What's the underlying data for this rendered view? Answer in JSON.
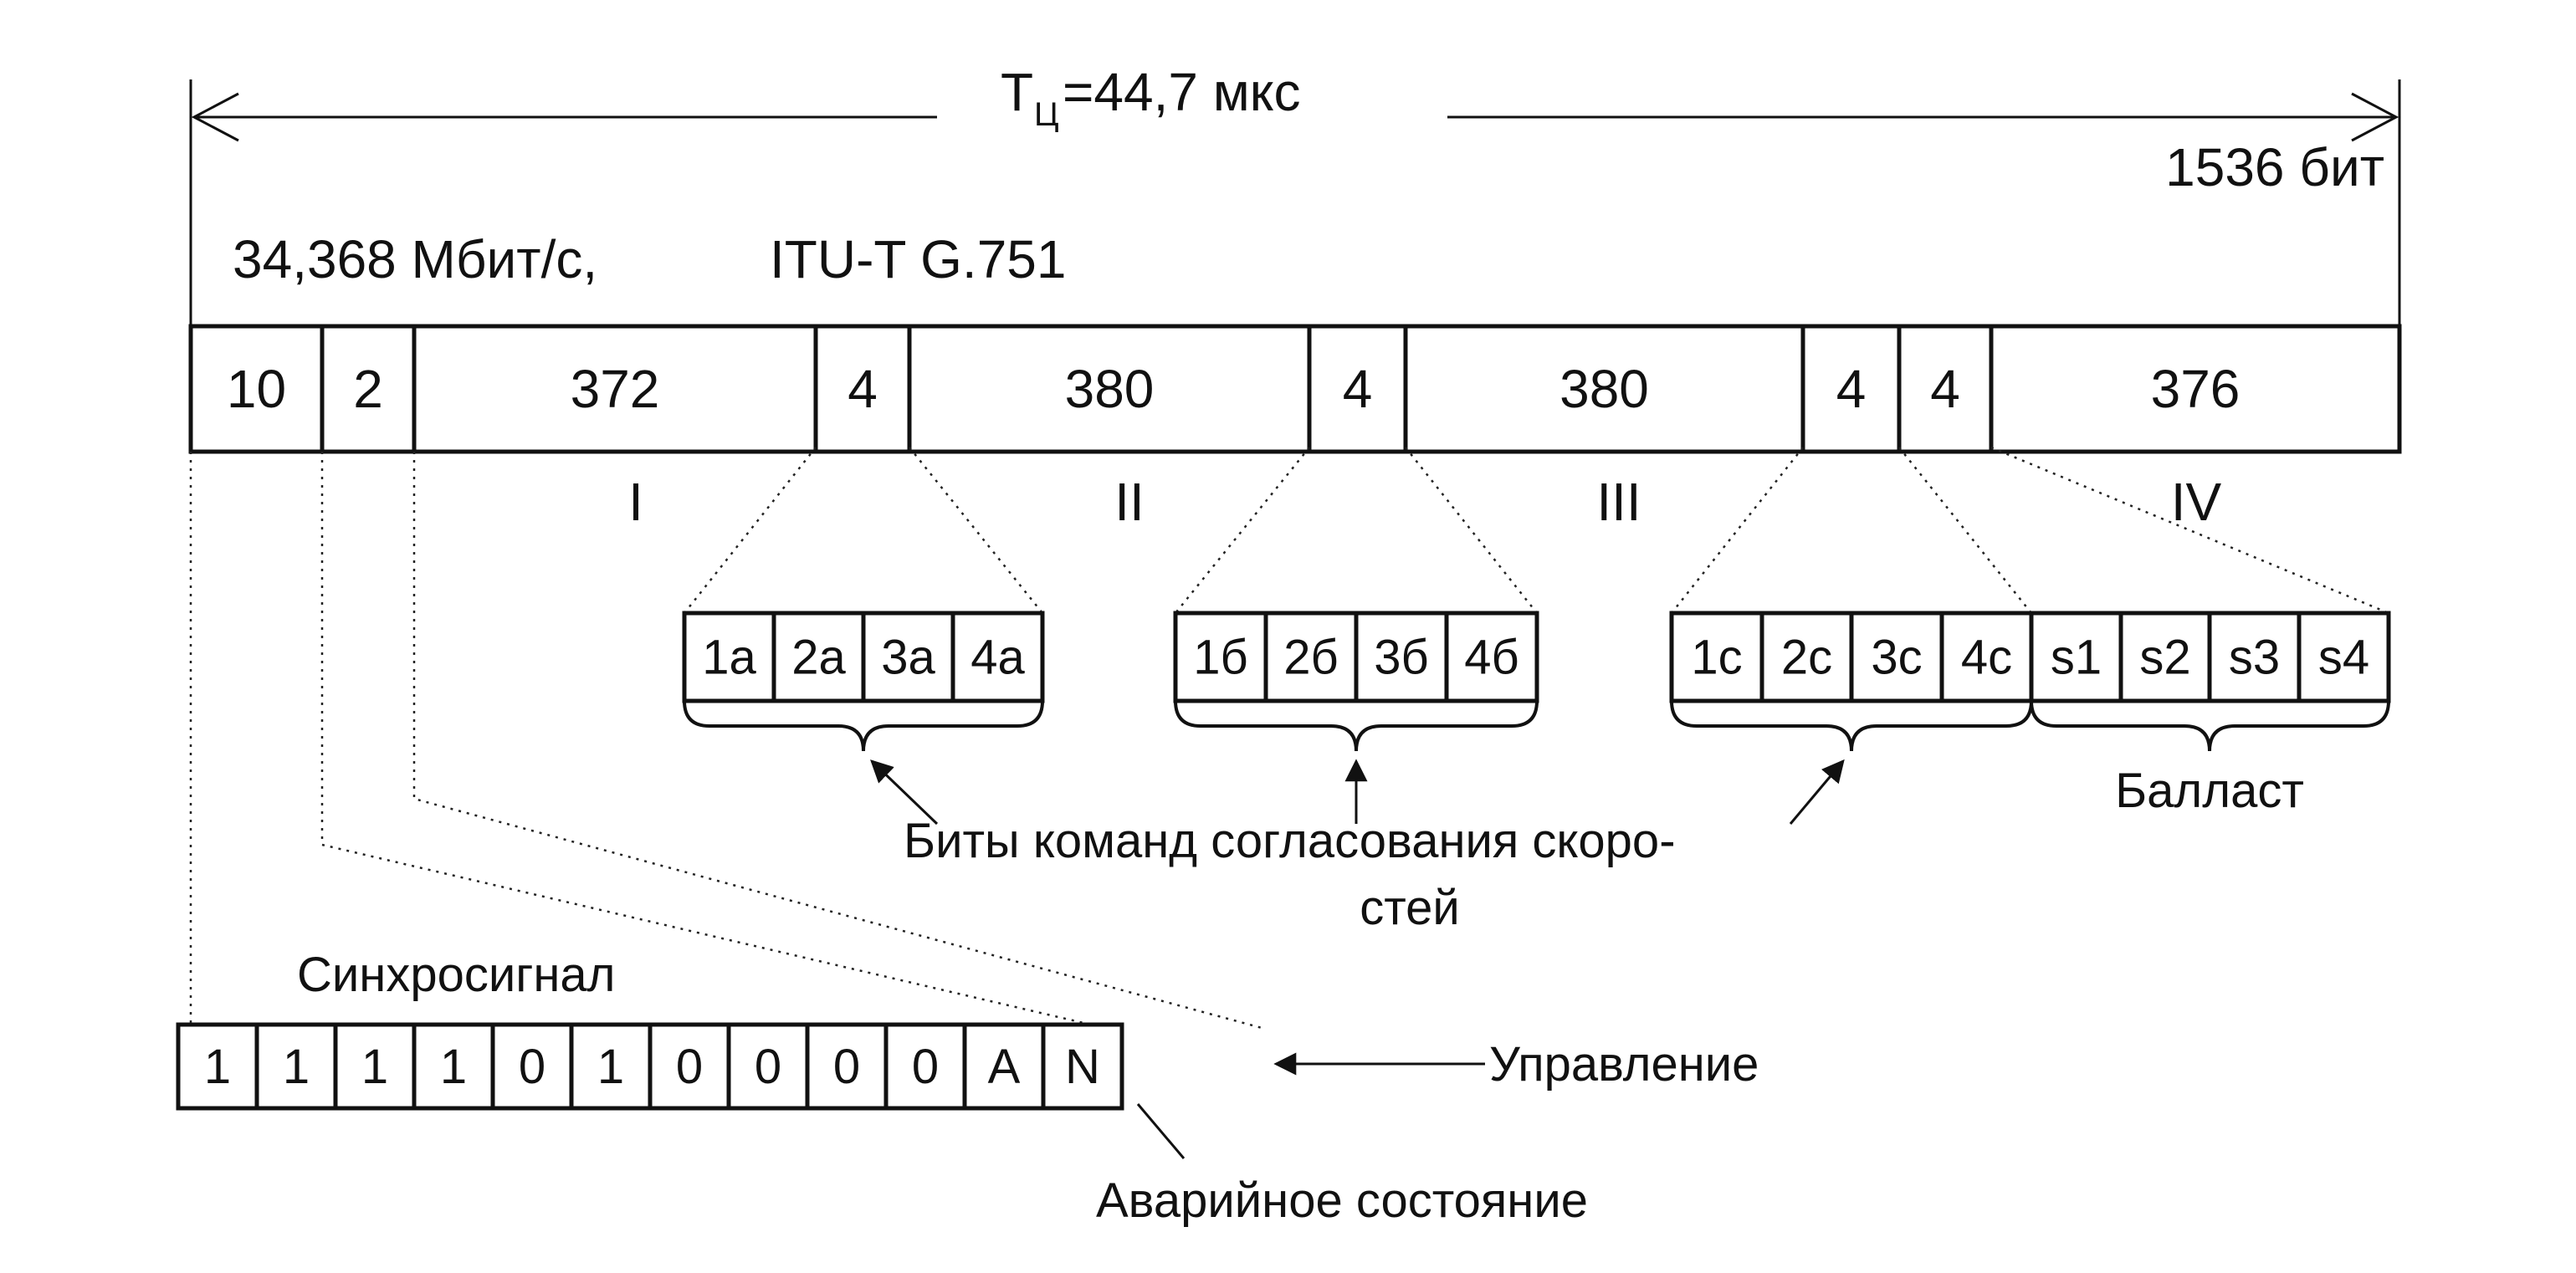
{
  "period": {
    "symbol": "T",
    "subscript": "Ц",
    "value": "=44,7 мкс"
  },
  "frame_bits": "1536 бит",
  "rate_label": "34,368 Мбит/с,",
  "standard_label": "ITU-T G.751",
  "frame_cells": [
    "10",
    "2",
    "372",
    "4",
    "380",
    "4",
    "380",
    "4",
    "4",
    "376"
  ],
  "groups": [
    "I",
    "II",
    "III",
    "IV"
  ],
  "just_a": [
    "1а",
    "2а",
    "3а",
    "4а"
  ],
  "just_b": [
    "1б",
    "2б",
    "3б",
    "4б"
  ],
  "just_c": [
    "1с",
    "2с",
    "3с",
    "4с"
  ],
  "ballast_bits": [
    "s1",
    "s2",
    "s3",
    "s4"
  ],
  "ballast_label": "Балласт",
  "just_label_line1": "Биты команд согласования скоро-",
  "just_label_line2": "стей",
  "sync_label": "Синхросигнал",
  "sync_bits": [
    "1",
    "1",
    "1",
    "1",
    "0",
    "1",
    "0",
    "0",
    "0",
    "0",
    "А",
    "N"
  ],
  "control_label": "Управление",
  "alarm_label": "Аварийное состояние"
}
